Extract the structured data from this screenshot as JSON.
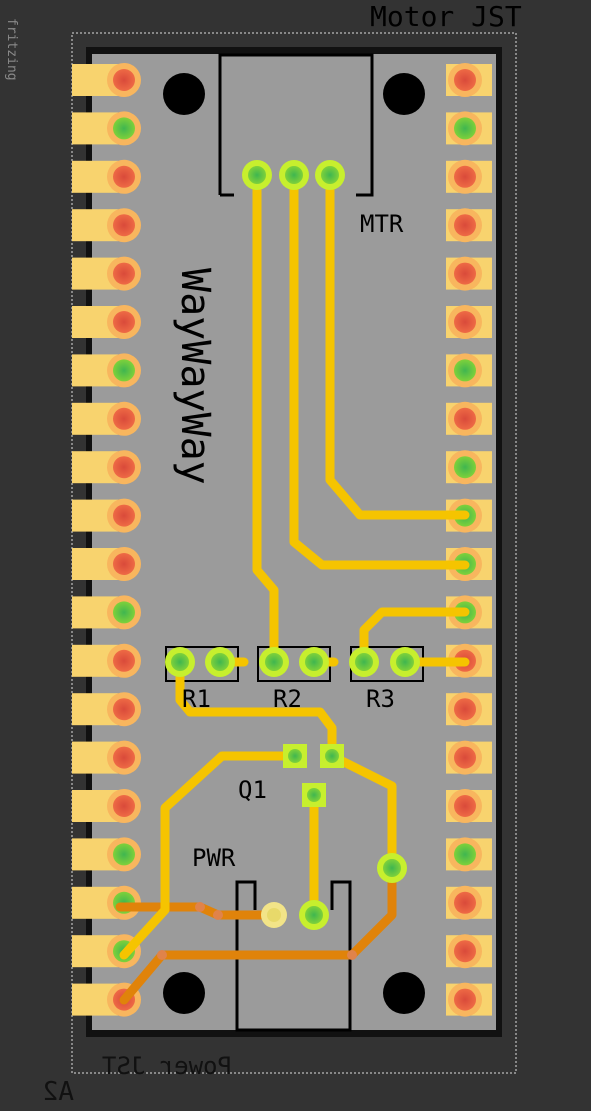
{
  "app": {
    "watermark": "fritzing"
  },
  "board": {
    "name": "WayWayWay",
    "top_label": "Motor JST",
    "bottom_label": "Power JST",
    "corner_label": "A2"
  },
  "components": {
    "motor_connector": "MTR",
    "power_connector": "PWR",
    "resistors": [
      "R1",
      "R2",
      "R3"
    ],
    "transistor": "Q1"
  },
  "colors": {
    "background": "#333333",
    "board": "#999999",
    "outline": "#111111",
    "pad": "#f8d36e",
    "via": "#f8a54e",
    "pad_red": "#e0593d",
    "pad_green": "#5ec345",
    "trace_top": "#f5c400",
    "trace_bottom": "#e0830a",
    "highlight": "#c7ef2e",
    "silkscreen": "#000000"
  },
  "header_pins": {
    "left_connected_rows": [
      2,
      7,
      12,
      17,
      18,
      19
    ],
    "right_connected_rows": [
      2,
      7,
      9,
      10,
      11,
      12,
      17
    ]
  }
}
